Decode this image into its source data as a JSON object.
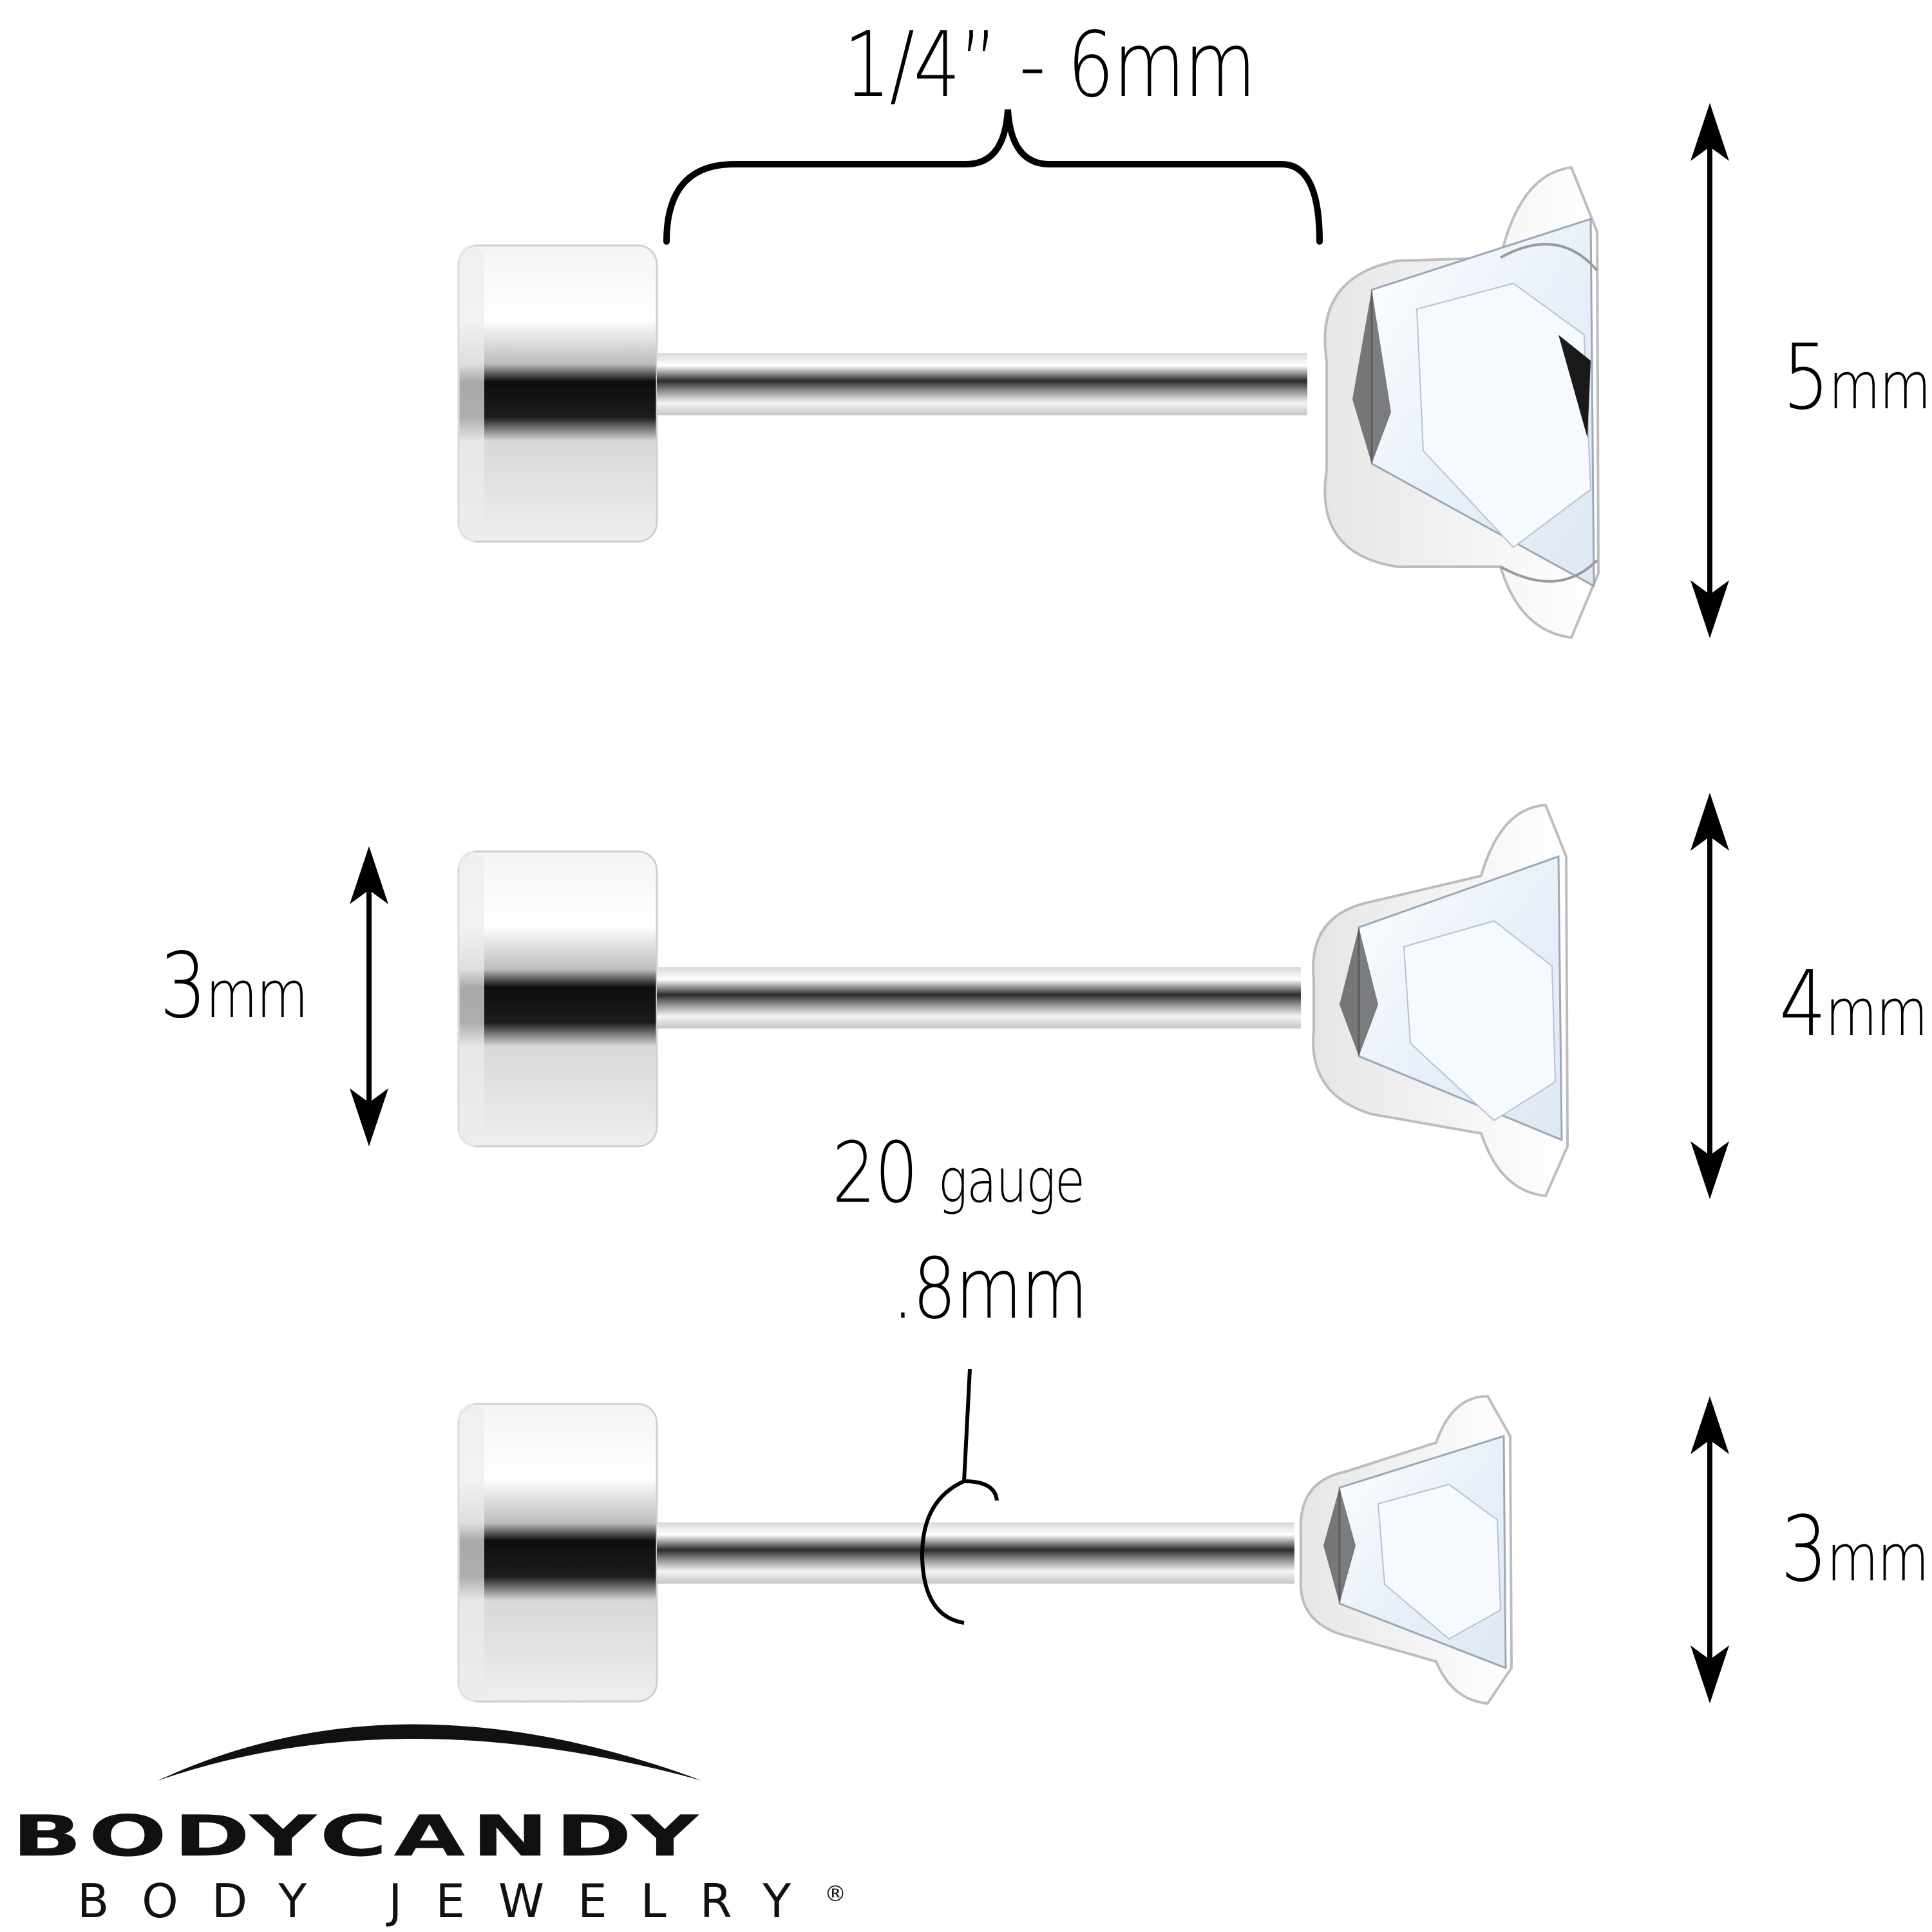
{
  "annotations": {
    "post_length": "1/4” - 6mm",
    "gauge_number": "20",
    "gauge_unit": "gauge",
    "gauge_mm": ".8mm",
    "disc_height": {
      "value": "3",
      "unit": "mm"
    },
    "gem_sizes": [
      {
        "value": "5",
        "unit": "mm"
      },
      {
        "value": "4",
        "unit": "mm"
      },
      {
        "value": "3",
        "unit": "mm"
      }
    ]
  },
  "logo": {
    "brand": "BODYCANDY",
    "tagline": "BODY JEWELRY",
    "trademark": "®"
  },
  "colors": {
    "ink": "#000000",
    "metal_light": "#f2f2f2",
    "metal_mid": "#c8c8c8",
    "metal_dark": "#1a1a1a",
    "gem": "#eef4fb"
  }
}
